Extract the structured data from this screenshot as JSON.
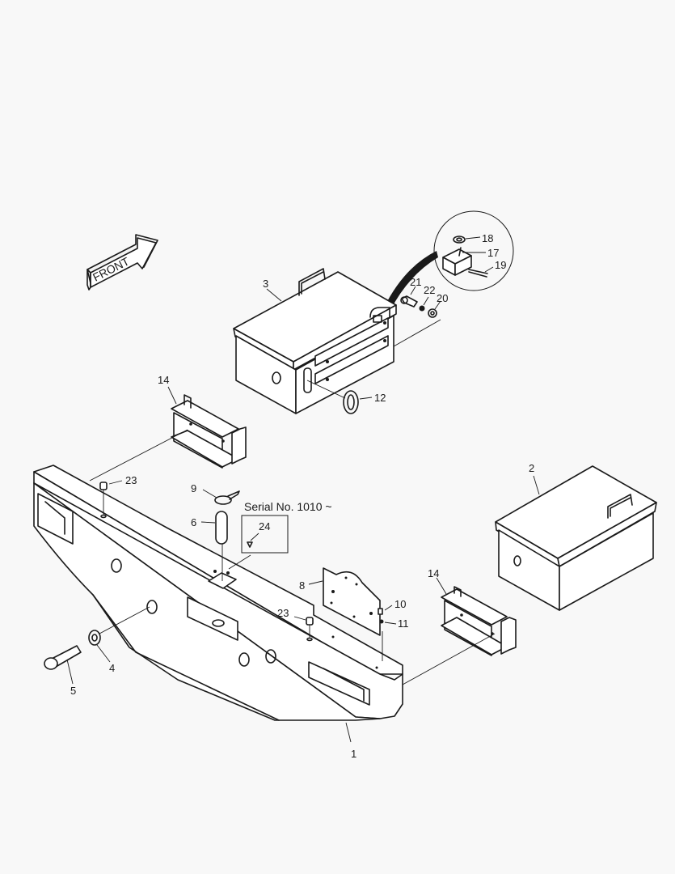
{
  "diagram": {
    "background": "#f8f8f8",
    "line_color": "#1a1a1a",
    "direction_arrow": {
      "label": "FRONT"
    },
    "serial_note": "Serial No. 1010 ~",
    "callouts": [
      {
        "id": "1",
        "part": "counterweight"
      },
      {
        "id": "2",
        "part": "tool-box"
      },
      {
        "id": "3",
        "part": "battery-box"
      },
      {
        "id": "4",
        "part": "washer"
      },
      {
        "id": "5",
        "part": "bolt"
      },
      {
        "id": "6",
        "part": "pin"
      },
      {
        "id": "8",
        "part": "plate"
      },
      {
        "id": "9",
        "part": "snap-pin"
      },
      {
        "id": "10",
        "part": "bolt"
      },
      {
        "id": "11",
        "part": "washer"
      },
      {
        "id": "12",
        "part": "grommet"
      },
      {
        "id": "14",
        "part": "bracket"
      },
      {
        "id": "17",
        "part": "switch"
      },
      {
        "id": "18",
        "part": "cap"
      },
      {
        "id": "19",
        "part": "wire"
      },
      {
        "id": "20",
        "part": "nut"
      },
      {
        "id": "21",
        "part": "bolt"
      },
      {
        "id": "22",
        "part": "washer"
      },
      {
        "id": "23",
        "part": "plug"
      },
      {
        "id": "24",
        "part": "screw"
      }
    ],
    "labels": {
      "l1": "1",
      "l2": "2",
      "l3": "3",
      "l4": "4",
      "l5": "5",
      "l6": "6",
      "l8": "8",
      "l9": "9",
      "l10": "10",
      "l11": "11",
      "l12": "12",
      "l14a": "14",
      "l14b": "14",
      "l17": "17",
      "l18": "18",
      "l19": "19",
      "l20": "20",
      "l21": "21",
      "l22": "22",
      "l23a": "23",
      "l23b": "23",
      "l24": "24"
    }
  }
}
